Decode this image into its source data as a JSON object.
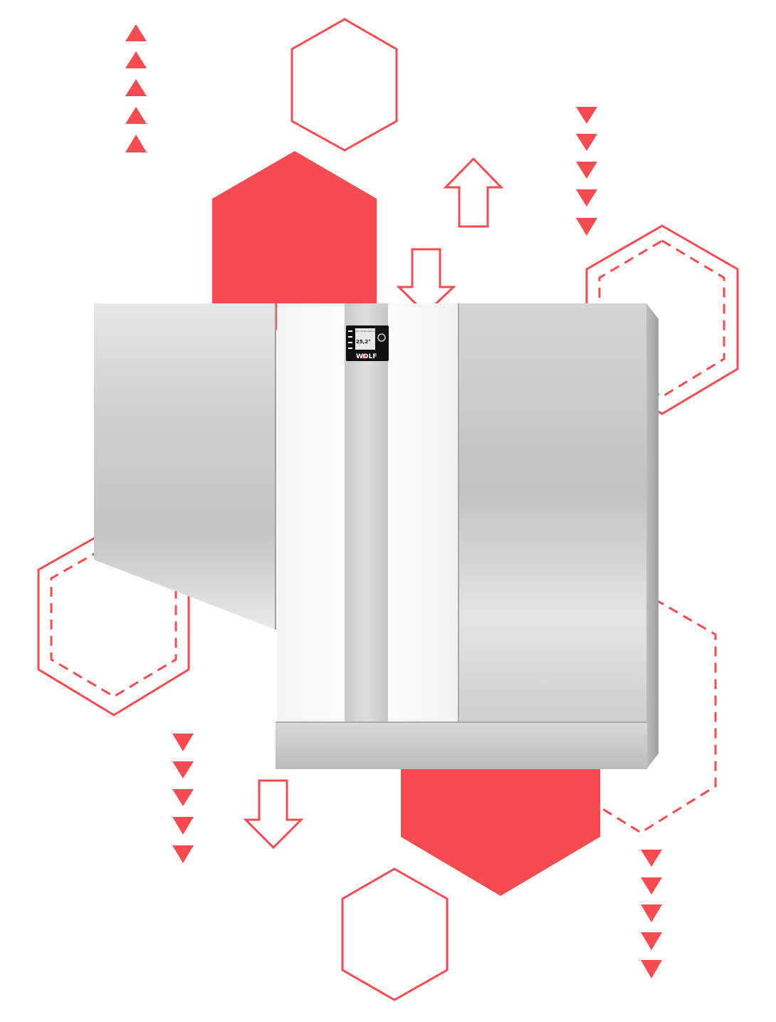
{
  "colors": {
    "accent": "#f64b50",
    "background": "#ffffff",
    "panel_silver": "#c8c8c8",
    "panel_white": "#ffffff",
    "display_black": "#111111"
  },
  "device": {
    "display": {
      "temperature": "25,2°",
      "header": "Mo, 01.01.2020  12:00"
    },
    "logo": "WOLF"
  }
}
